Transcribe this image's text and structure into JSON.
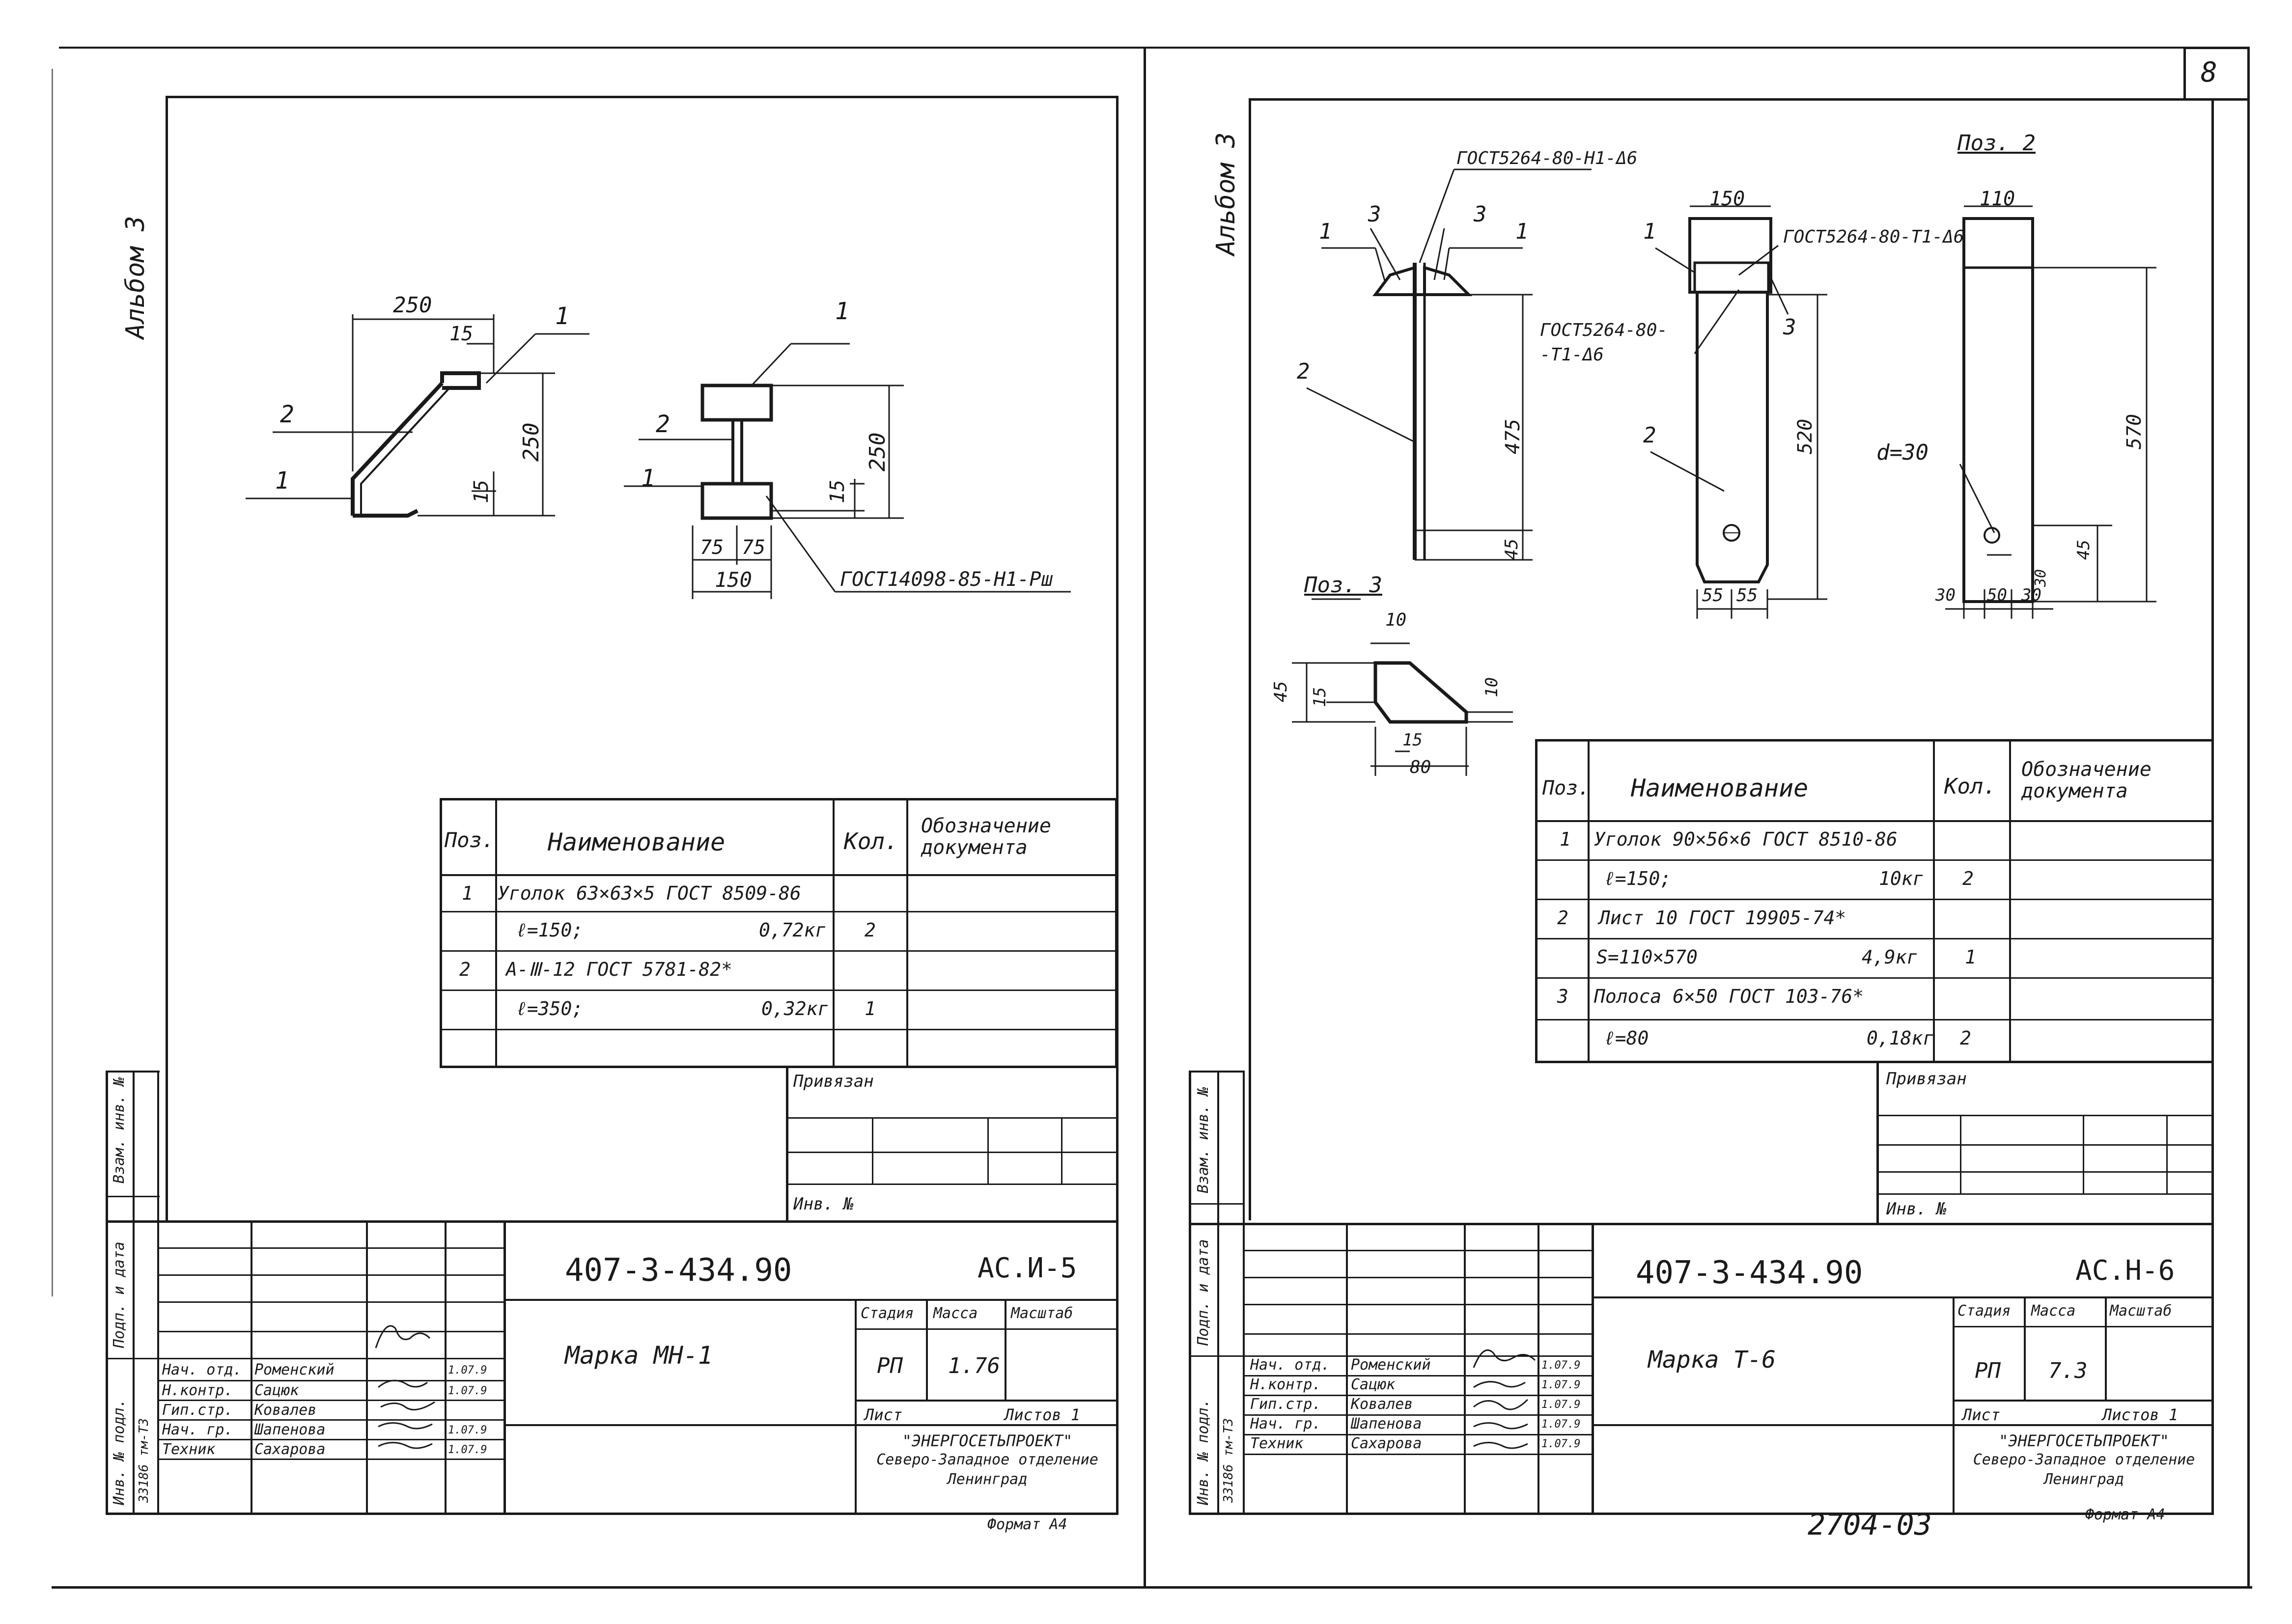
{
  "sheet_number": "8",
  "bottom_code": "2704-03",
  "left_sheet": {
    "album": "Альбом 3",
    "drawing": {
      "dim_250_top": "250",
      "dim_15_top": "15",
      "dim_250_side": "250",
      "dim_15_side": "15",
      "callout_1_top": "1",
      "callout_2": "2",
      "callout_1_bottom": "1",
      "v_callout_1": "1",
      "v_callout_2": "2",
      "v_callout_1b": "1",
      "v_dim_250": "250",
      "v_dim_15": "15",
      "v_dim_75a": "75",
      "v_dim_75b": "75",
      "v_dim_150": "150",
      "weld_note": "ГОСТ14098-85-Н1-Рш"
    },
    "spec": {
      "headers": [
        "Поз.",
        "Наименование",
        "Кол.",
        "Обозначение документа"
      ],
      "rows": [
        {
          "pos": "1",
          "name": "Уголок 63×63×5 ГОСТ 8509-86",
          "mass": "",
          "qty": ""
        },
        {
          "pos": "",
          "name": "ℓ=150;",
          "mass": "0,72кг",
          "qty": "2"
        },
        {
          "pos": "2",
          "name": "А-Ⅲ-12 ГОСТ 5781-82*",
          "mass": "",
          "qty": ""
        },
        {
          "pos": "",
          "name": "ℓ=350;",
          "mass": "0,32кг",
          "qty": "1"
        }
      ]
    },
    "privyazan": "Привязан",
    "inv_no": "Инв. №",
    "code": "407-3-434.90",
    "sheet_code": "АС.И-5",
    "title": "Марка МН-1",
    "stage_headers": [
      "Стадия",
      "Масса",
      "Масштаб"
    ],
    "stage": "РП",
    "mass": "1.76",
    "scale": "",
    "list_label": "Лист",
    "lists_label": "Листов 1",
    "org_lines": [
      "\"ЭНЕРГОСЕТЬПРОЕКТ\"",
      "Северо-Западное отделение",
      "Ленинград"
    ],
    "signers": [
      {
        "role": "Нач. отд.",
        "name": "Роменский",
        "date": "1.07.9"
      },
      {
        "role": "Н.контр.",
        "name": "Сацюк",
        "date": "1.07.9"
      },
      {
        "role": "Гип.стр.",
        "name": "Ковалев",
        "date": ""
      },
      {
        "role": "Нач. гр.",
        "name": "Шапенова",
        "date": "1.07.9"
      },
      {
        "role": "Техник",
        "name": "Сахарова",
        "date": "1.07.9"
      }
    ],
    "side_labels": [
      "Взам. инв. №",
      "Подп. и дата",
      "Инв. № подл."
    ],
    "side_number": "33186 тм-Т3",
    "format": "Формат А4"
  },
  "right_sheet": {
    "album": "Альбом 3",
    "drawing": {
      "gost_top": "ГОСТ5264-80-Н1-Δ6",
      "gost_right": "ГОСТ5264-80-Т1-Δ6",
      "gost_mid_1": "ГОСТ5264-80-",
      "gost_mid_2": "-Т1-Δ6",
      "pos2": "Поз. 2",
      "pos3": "Поз. 3",
      "a_1a": "1",
      "a_3a": "3",
      "a_3b": "3",
      "a_1b": "1",
      "a_2": "2",
      "a_475": "475",
      "a_45": "45",
      "b_150": "150",
      "b_1": "1",
      "b_3": "3",
      "b_2": "2",
      "b_520": "520",
      "b_55a": "55",
      "b_55b": "55",
      "c_110": "110",
      "c_570": "570",
      "c_d": "d=30",
      "c_30a": "30",
      "c_50": "50",
      "c_30b": "30",
      "c_30c": "30",
      "c_45": "45",
      "p3_10a": "10",
      "p3_45": "45",
      "p3_15": "15",
      "p3_10b": "10",
      "p3_15b": "15",
      "p3_80": "80"
    },
    "spec": {
      "headers": [
        "Поз.",
        "Наименование",
        "Кол.",
        "Обозначение документа"
      ],
      "rows": [
        {
          "pos": "1",
          "name": "Уголок 90×56×6 ГОСТ 8510-86",
          "mass": "",
          "qty": ""
        },
        {
          "pos": "",
          "name": "ℓ=150;",
          "mass": "10кг",
          "qty": "2"
        },
        {
          "pos": "2",
          "name": "Лист 10 ГОСТ 19905-74*",
          "mass": "",
          "qty": ""
        },
        {
          "pos": "",
          "name": "S=110×570",
          "mass": "4,9кг",
          "qty": "1"
        },
        {
          "pos": "3",
          "name": "Полоса 6×50 ГОСТ 103-76*",
          "mass": "",
          "qty": ""
        },
        {
          "pos": "",
          "name": "ℓ=80",
          "mass": "0,18кг",
          "qty": "2"
        }
      ]
    },
    "privyazan": "Привязан",
    "inv_no": "Инв. №",
    "code": "407-3-434.90",
    "sheet_code": "АС.Н-6",
    "title": "Марка Т-6",
    "stage_headers": [
      "Стадия",
      "Масса",
      "Масштаб"
    ],
    "stage": "РП",
    "mass": "7.3",
    "scale": "",
    "list_label": "Лист",
    "lists_label": "Листов 1",
    "org_lines": [
      "\"ЭНЕРГОСЕТЬПРОЕКТ\"",
      "Северо-Западное отделение",
      "Ленинград"
    ],
    "signers": [
      {
        "role": "Нач. отд.",
        "name": "Роменский",
        "date": "1.07.9"
      },
      {
        "role": "Н.контр.",
        "name": "Сацюк",
        "date": "1.07.9"
      },
      {
        "role": "Гип.стр.",
        "name": "Ковалев",
        "date": "1.07.9"
      },
      {
        "role": "Нач. гр.",
        "name": "Шапенова",
        "date": "1.07.9"
      },
      {
        "role": "Техник",
        "name": "Сахарова",
        "date": "1.07.9"
      }
    ],
    "side_labels": [
      "Взам. инв. №",
      "Подп. и дата",
      "Инв. № подл."
    ],
    "side_number": "33186 тм-Т3",
    "format": "Формат А4"
  }
}
